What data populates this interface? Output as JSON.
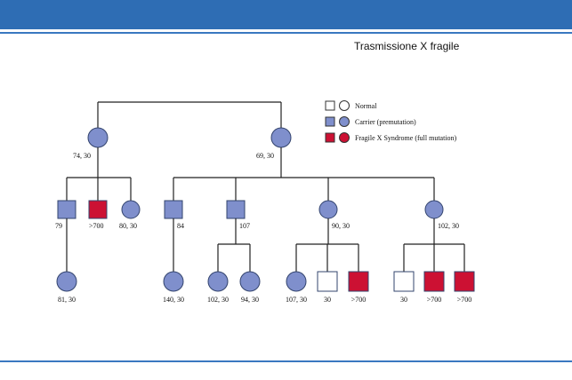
{
  "slide": {
    "title": "Trasmissione X fragile",
    "colors": {
      "bar": "#2e6db4",
      "carrier": "#7f8fcc",
      "affected": "#cc1133",
      "normal": "#ffffff"
    }
  },
  "legend": [
    {
      "kind": "normal",
      "label": "Normal"
    },
    {
      "kind": "carrier",
      "label": "Carrier (premutation)"
    },
    {
      "kind": "affected",
      "label": "Fragile X Syndrome (full mutation)"
    }
  ],
  "pedigree": {
    "gen1": [
      {
        "id": "g1a",
        "sex": "female",
        "status": "carrier",
        "label": "74, 30"
      },
      {
        "id": "g1b",
        "sex": "female",
        "status": "carrier",
        "label": "69, 30"
      }
    ],
    "gen2": [
      {
        "id": "g2a",
        "sex": "male",
        "status": "carrier",
        "label": "79"
      },
      {
        "id": "g2b",
        "sex": "male",
        "status": "affected",
        "label": ">700"
      },
      {
        "id": "g2c",
        "sex": "female",
        "status": "carrier",
        "label": "80, 30"
      },
      {
        "id": "g2d",
        "sex": "male",
        "status": "carrier",
        "label": "84"
      },
      {
        "id": "g2e",
        "sex": "male",
        "status": "carrier",
        "label": "107"
      },
      {
        "id": "g2f",
        "sex": "female",
        "status": "carrier",
        "label": "90, 30"
      },
      {
        "id": "g2g",
        "sex": "female",
        "status": "carrier",
        "label": "102, 30"
      }
    ],
    "gen3": [
      {
        "id": "g3a",
        "sex": "female",
        "status": "carrier",
        "label": "81, 30"
      },
      {
        "id": "g3b",
        "sex": "female",
        "status": "carrier",
        "label": "140, 30"
      },
      {
        "id": "g3c",
        "sex": "female",
        "status": "carrier",
        "label": "102, 30"
      },
      {
        "id": "g3d",
        "sex": "female",
        "status": "carrier",
        "label": "94, 30"
      },
      {
        "id": "g3e",
        "sex": "female",
        "status": "carrier",
        "label": "107, 30"
      },
      {
        "id": "g3f",
        "sex": "male",
        "status": "normal",
        "label": "30"
      },
      {
        "id": "g3g",
        "sex": "male",
        "status": "affected",
        "label": ">700"
      },
      {
        "id": "g3h",
        "sex": "male",
        "status": "normal",
        "label": "30"
      },
      {
        "id": "g3i",
        "sex": "male",
        "status": "affected",
        "label": ">700"
      },
      {
        "id": "g3j",
        "sex": "male",
        "status": "affected",
        "label": ">700"
      }
    ]
  }
}
